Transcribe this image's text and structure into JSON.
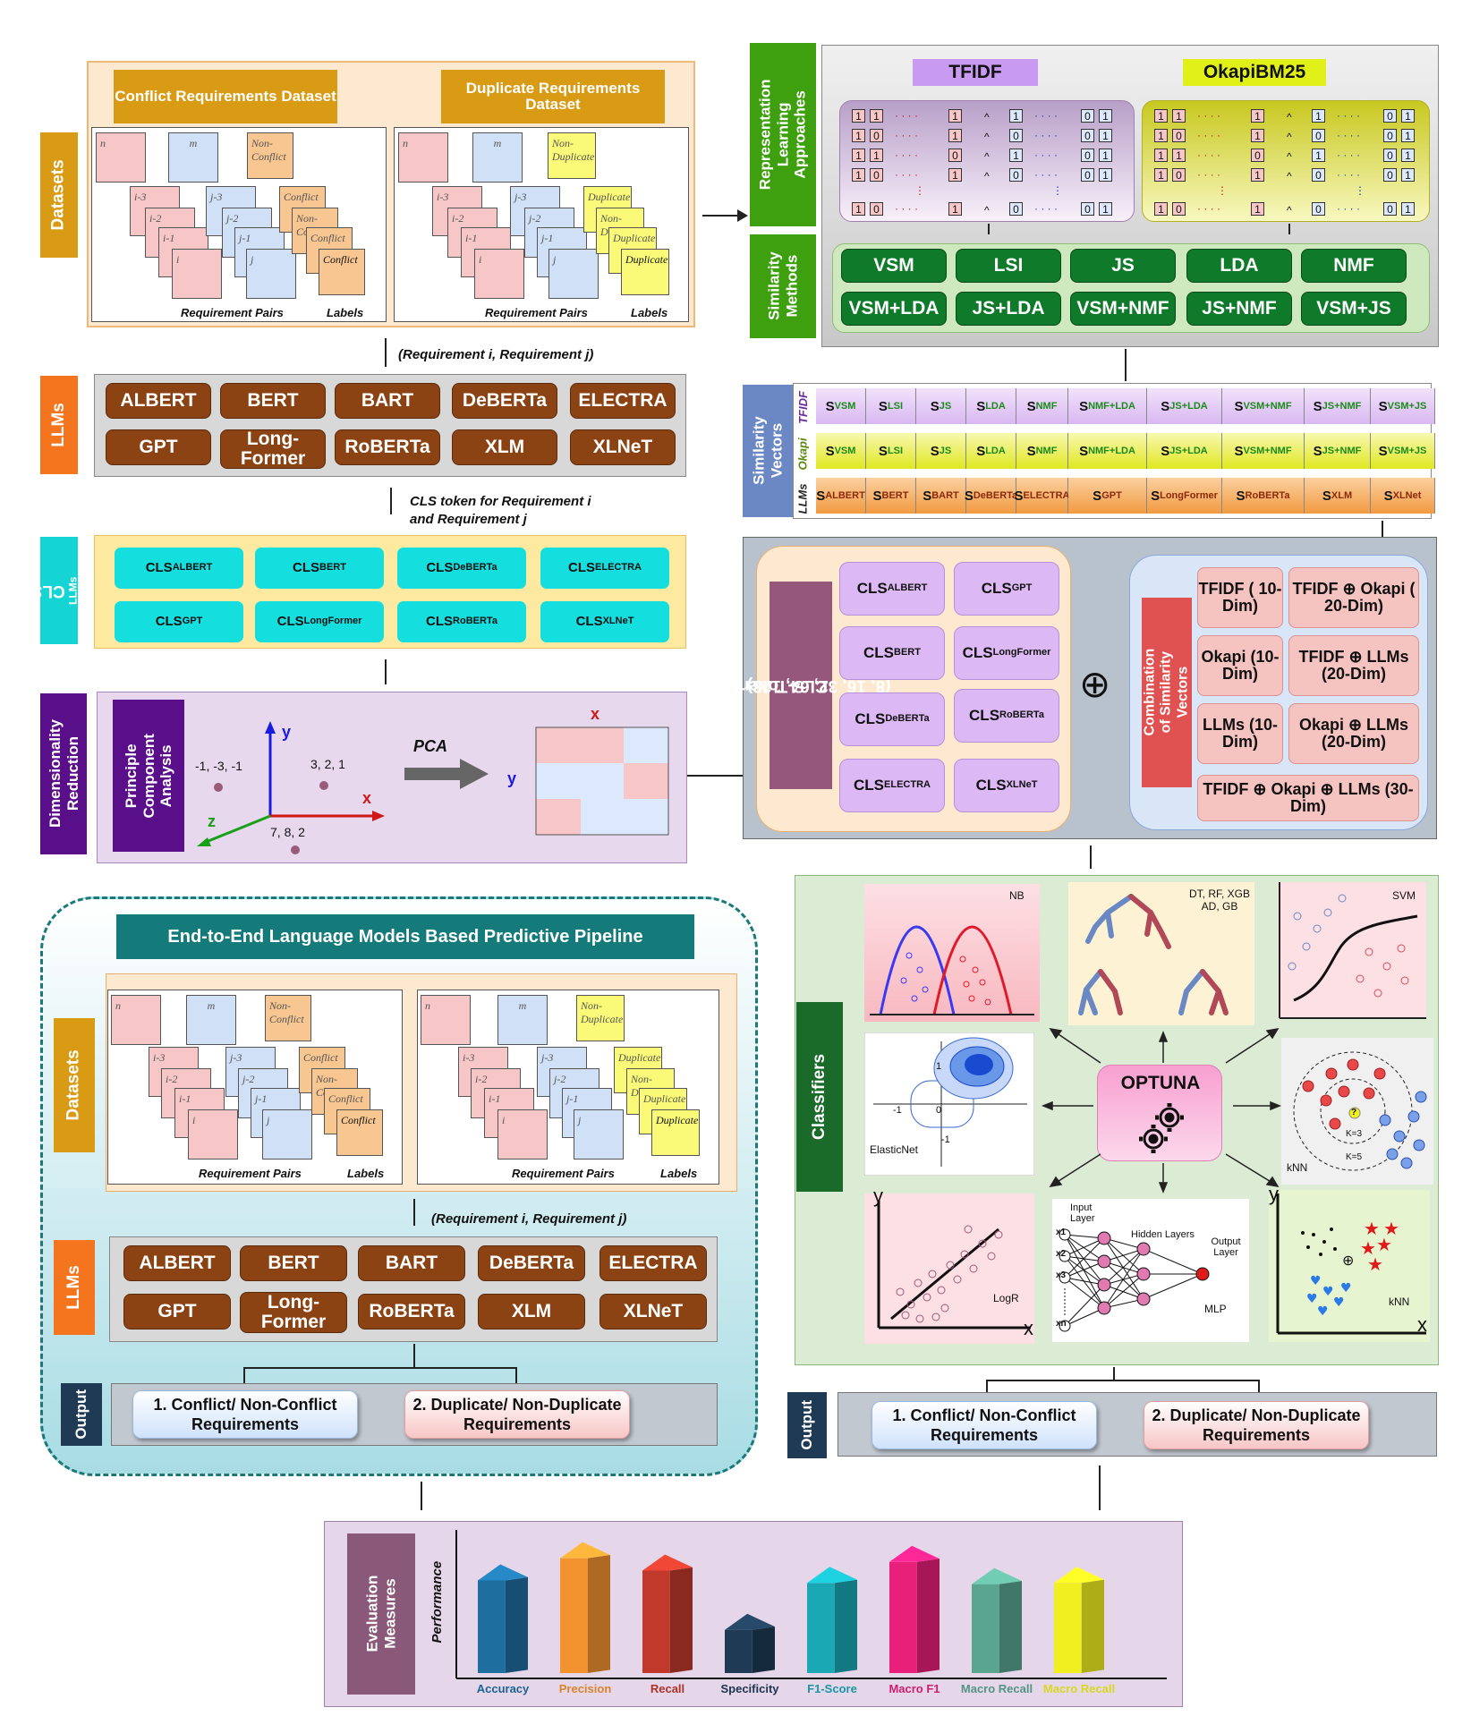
{
  "datasets": {
    "side_label": "Datasets",
    "conflict_title": "Conflict Requirements Dataset",
    "duplicate_title": "Duplicate Requirements Dataset",
    "req_pairs": "Requirement Pairs",
    "labels": "Labels",
    "card_n": "n",
    "card_m": "m",
    "card_i3": "i-3",
    "card_i2": "i-2",
    "card_i1": "i-1",
    "card_i": "i",
    "card_j3": "j-3",
    "card_j2": "j-2",
    "card_j1": "j-1",
    "card_j": "j",
    "non_conflict": "Non-Conflict",
    "conflict": "Conflict",
    "non_duplicate": "Non-Duplicate",
    "duplicate": "Duplicate"
  },
  "flow": {
    "req_pair_label": "(Requirement i, Requirement j)",
    "cls_label_1": "CLS token for Requirement  i",
    "cls_label_2": "and Requirement j"
  },
  "llms": {
    "side_label": "LLMs",
    "models": [
      "ALBERT",
      "BERT",
      "BART",
      "DeBERTa",
      "ELECTRA",
      "GPT",
      "Long-Former",
      "RoBERTa",
      "XLM",
      "XLNeT"
    ]
  },
  "cls_llms": {
    "side_label_main": "CLS",
    "side_label_sub": "LLMs",
    "prefix": "CLS",
    "subs": [
      "ALBERT",
      "BERT",
      "DeBERTa",
      "ELECTRA",
      "GPT",
      "LongFormer",
      "RoBERTa",
      "XLNeT"
    ]
  },
  "dim_reduction": {
    "side_label": "Dimensionality Reduction",
    "pca_box": "Principle Component Analysis",
    "p1": "-1, -3, -1",
    "p2": "3, 2, 1",
    "p3": "7, 8, 2",
    "axis_x": "x",
    "axis_y": "y",
    "axis_z": "z",
    "arrow_label": "PCA",
    "mat_x": "x",
    "mat_y": "y"
  },
  "representation": {
    "side_label": "Representation Learning Approaches",
    "tfidf": "TFIDF",
    "okapi": "OkapiBM25",
    "dots": "· · · ·",
    "vdots": "⋮",
    "caret": "^"
  },
  "similarity_methods": {
    "side_label": "Similarity Methods",
    "methods": [
      "VSM",
      "LSI",
      "JS",
      "LDA",
      "NMF",
      "VSM+LDA",
      "JS+LDA",
      "VSM+NMF",
      "JS+NMF",
      "VSM+JS"
    ]
  },
  "similarity_vectors": {
    "side_label": "Similarity Vectors",
    "row_tfidf": "TFIDF",
    "row_okapi": "Okapi",
    "row_llms": "LLMs",
    "prefix": "S",
    "method_subs": [
      "VSM",
      "LSI",
      "JS",
      "LDA",
      "NMF",
      "NMF+LDA",
      "JS+LDA",
      "VSM+NMF",
      "JS+NMF",
      "VSM+JS"
    ],
    "llm_subs": [
      "ALBERT",
      "BERT",
      "BART",
      "DeBERTa",
      "ELECTRA",
      "GPT",
      "LongFormer",
      "RoBERTa",
      "XLM",
      "XLNet"
    ]
  },
  "cls_token": {
    "side_label_1": "CLS-Token",
    "side_label_2": "(8, 16, 32, 64, 128)",
    "prefix": "CLS",
    "subs": [
      "ALBERT",
      "GPT",
      "BERT",
      "LongFormer",
      "DeBERTa",
      "RoBERTa",
      "ELECTRA",
      "XLNeT"
    ],
    "oplus": "⊕"
  },
  "combination": {
    "side_label": "Combination of Similarity Vectors",
    "items": [
      "TFIDF ( 10-Dim)",
      "TFIDF ⊕ Okapi ( 20-Dim)",
      "Okapi (10-Dim)",
      "TFIDF ⊕ LLMs (20-Dim)",
      "LLMs (10-Dim)",
      "Okapi ⊕ LLMs (20-Dim)",
      "TFIDF ⊕ Okapi ⊕ LLMs (30-Dim)"
    ]
  },
  "classifiers": {
    "side_label": "Classifiers",
    "optuna": "OPTUNA",
    "nb": "NB",
    "trees": "DT, RF, XGB AD, GB",
    "svm": "SVM",
    "elasticnet": "ElasticNet",
    "knn": "kNN",
    "k3": "K=3",
    "k5": "K=5",
    "q": "?",
    "logr": "LogR",
    "mlp": "MLP",
    "mlp_input": "Input Layer",
    "mlp_hidden": "Hidden Layers",
    "mlp_output": "Output Layer",
    "x1": "x1",
    "x2": "x2",
    "x3": "x3",
    "xn": "xn",
    "axis_x": "x",
    "axis_y": "y",
    "en_1": "1",
    "en_m1": "-1",
    "en_0": "0"
  },
  "pipeline": {
    "title": "End-to-End Language Models Based Predictive Pipeline"
  },
  "output": {
    "side_label": "Output",
    "item1": "1. Conflict/ Non-Conflict Requirements",
    "item2": "2. Duplicate/ Non-Duplicate Requirements"
  },
  "evaluation": {
    "side_label": "Evaluation Measures",
    "y_label": "Performance",
    "bars": [
      {
        "label": "Accuracy",
        "color": "#1e6ea0",
        "level": 0.75
      },
      {
        "label": "Precision",
        "color": "#f29330",
        "level": 0.93
      },
      {
        "label": "Recall",
        "color": "#c0392b",
        "level": 0.83
      },
      {
        "label": "Specificity",
        "color": "#1f3a55",
        "level": 0.35
      },
      {
        "label": "F1-Score",
        "color": "#19a8b4",
        "level": 0.73
      },
      {
        "label": "Macro F1",
        "color": "#e8207a",
        "level": 0.9
      },
      {
        "label": "Macro Recall",
        "color": "#5aa590",
        "level": 0.72
      },
      {
        "label": "Macro Recall",
        "color": "#f0f020",
        "level": 0.73
      }
    ]
  }
}
